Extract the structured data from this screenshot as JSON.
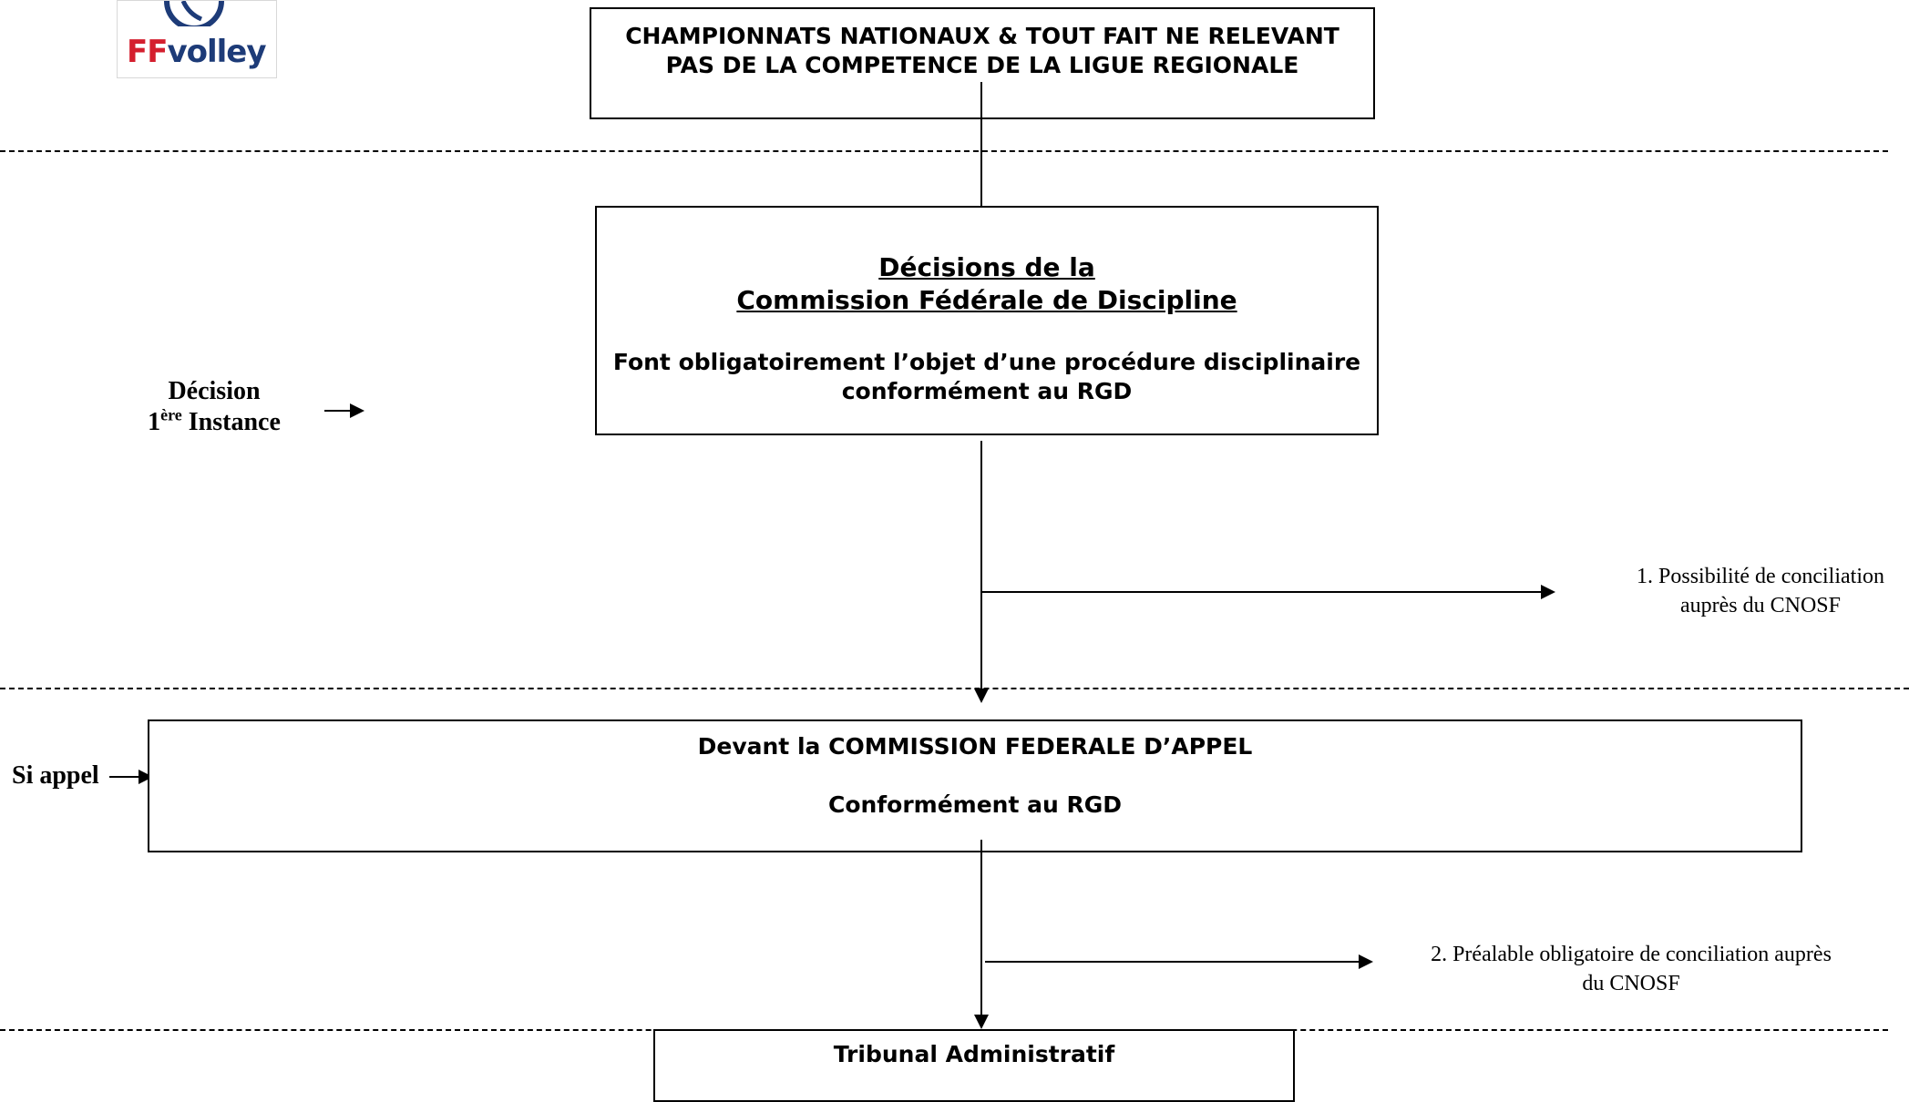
{
  "logo": {
    "text_ff": "FF",
    "text_volley": "volley",
    "colors": {
      "ff": "#d41f2e",
      "volley": "#1d3b78"
    }
  },
  "top_box": {
    "line1": "CHAMPIONNATS NATIONAUX & TOUT FAIT NE RELEVANT",
    "line2": "PAS DE LA COMPETENCE DE LA LIGUE REGIONALE"
  },
  "decision_box": {
    "title_line1": "Décisions de la",
    "title_line2": "Commission Fédérale de Discipline",
    "body_line1": "Font obligatoirement l’objet d’une procédure disciplinaire",
    "body_line2": "conformément au RGD"
  },
  "left_label": {
    "line1": "Décision",
    "line2_number": "1",
    "line2_sup": "ère",
    "line2_rest": " Instance"
  },
  "conciliation1": {
    "line1": "1. Possibilité de conciliation",
    "line2": "auprès du CNOSF"
  },
  "appel_label": "Si appel",
  "appel_box": {
    "line1": "Devant la COMMISSION FEDERALE D’APPEL",
    "line2": "Conformément au RGD"
  },
  "conciliation2": {
    "line1": "2.  Préalable obligatoire de conciliation auprès",
    "line2": "du CNOSF"
  },
  "tribunal_box": {
    "label": "Tribunal Administratif"
  }
}
